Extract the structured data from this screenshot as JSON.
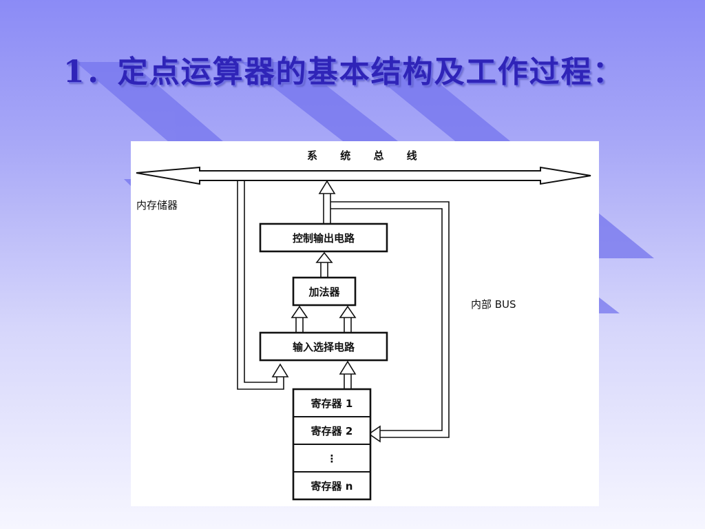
{
  "slide": {
    "title": "1．定点运算器的基本结构及工作过程："
  },
  "diagram": {
    "system_bus_label": "系 统 总 线",
    "memory_label": "内存储器",
    "internal_bus_label": "内部 BUS",
    "control_output_label": "控制输出电路",
    "adder_label": "加法器",
    "input_select_label": "输入选择电路",
    "registers": [
      "寄存器 1",
      "寄存器 2",
      "⋮",
      "寄存器 n"
    ]
  }
}
